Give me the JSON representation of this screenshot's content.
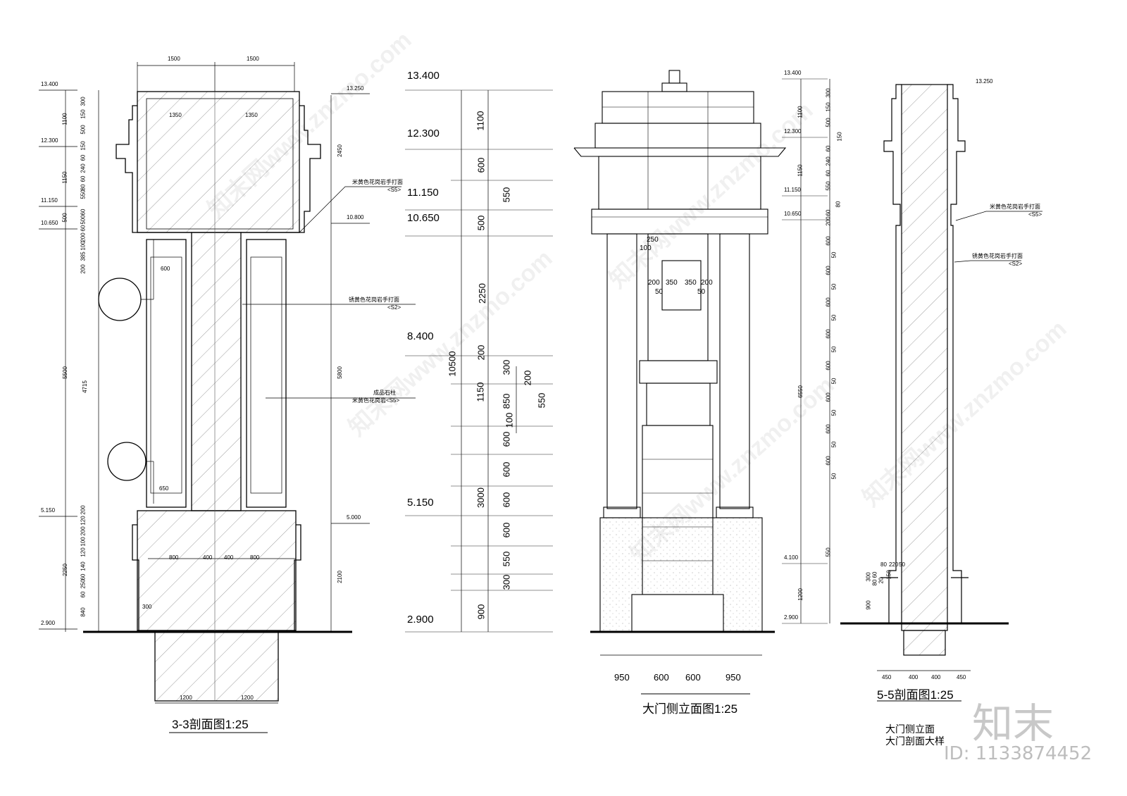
{
  "titles": {
    "section_33": "3-3剖面图1:25",
    "side_elevation": "大门侧立面图1:25",
    "section_55": "5-5剖面图1:25"
  },
  "notes": {
    "line1": "大门侧立面",
    "line2": "大门剖面大样"
  },
  "brand": {
    "logo_text": "知末",
    "id_text": "ID: 1133874452"
  },
  "watermark": "知末网www.znzmo.com",
  "section_33": {
    "top_dims": [
      "1500",
      "1500"
    ],
    "elevations": [
      "13.400",
      "12.300",
      "11.150",
      "10.650",
      "5.150",
      "2.900"
    ],
    "right_elevations": [
      "13.250",
      "10.800",
      "5.000"
    ],
    "left_dims": [
      "300",
      "150",
      "500",
      "150",
      "60",
      "240",
      "60",
      "80",
      "550",
      "60",
      "500",
      "60",
      "200",
      "100",
      "385",
      "200",
      "4715",
      "200",
      "120",
      "200",
      "100",
      "120",
      "140",
      "60",
      "250",
      "60",
      "840"
    ],
    "outer_left_dims": [
      "1100",
      "1150",
      "500",
      "5500",
      "2250"
    ],
    "right_dims": [
      "2450",
      "5800",
      "2100"
    ],
    "inner_dims": [
      "1350",
      "1350",
      "600",
      "650",
      "800",
      "400",
      "400",
      "800",
      "300",
      "1200",
      "1200"
    ],
    "labels": {
      "mat_s5_1": "米黄色花岗岩手打面",
      "tag_s5_1": "<S5>",
      "mat_s2": "锈黄色花岗岩手打面",
      "tag_s2": "<S2>",
      "column": "成品石柱",
      "mat_s5_2": "米黄色花岗岩<S5>"
    }
  },
  "side_elevation": {
    "elevations": [
      "13.400",
      "12.300",
      "11.150",
      "10.650",
      "8.400",
      "5.150",
      "2.900"
    ],
    "total": "10500",
    "dims_a": [
      "1100",
      "600",
      "550",
      "500",
      "2250",
      "200",
      "1150",
      "3000",
      "900"
    ],
    "dims_b": [
      "300",
      "850",
      "100",
      "600",
      "600",
      "600",
      "600",
      "550",
      "300"
    ],
    "dims_c": [
      "200",
      "550"
    ],
    "inner_dims": [
      "250",
      "100",
      "200",
      "350",
      "350",
      "200",
      "50",
      "50"
    ],
    "bottom_dims": [
      "950",
      "600",
      "600",
      "950"
    ]
  },
  "section_55": {
    "elevations": [
      "13.400",
      "12.300",
      "11.150",
      "10.650",
      "4.100",
      "2.900"
    ],
    "right_elevation": "13.250",
    "left_dims": [
      "1100",
      "1150",
      "6550",
      "1200"
    ],
    "inner_dims": [
      "300",
      "150",
      "500",
      "150",
      "60",
      "240",
      "60",
      "550",
      "80",
      "60",
      "200",
      "600",
      "50",
      "600",
      "50",
      "600",
      "50",
      "600",
      "50",
      "600",
      "50",
      "600",
      "50",
      "600",
      "50",
      "600",
      "50",
      "550"
    ],
    "bottom_dims": [
      "450",
      "400",
      "400",
      "450"
    ],
    "base_dims": [
      "300",
      "80",
      "60",
      "900",
      "80",
      "220",
      "50",
      "20",
      "150"
    ],
    "labels": {
      "mat_s5": "米黄色花岗岩手打面",
      "tag_s5": "<S5>",
      "mat_s2": "锈黄色花岗岩手打面",
      "tag_s2": "<S2>"
    }
  }
}
